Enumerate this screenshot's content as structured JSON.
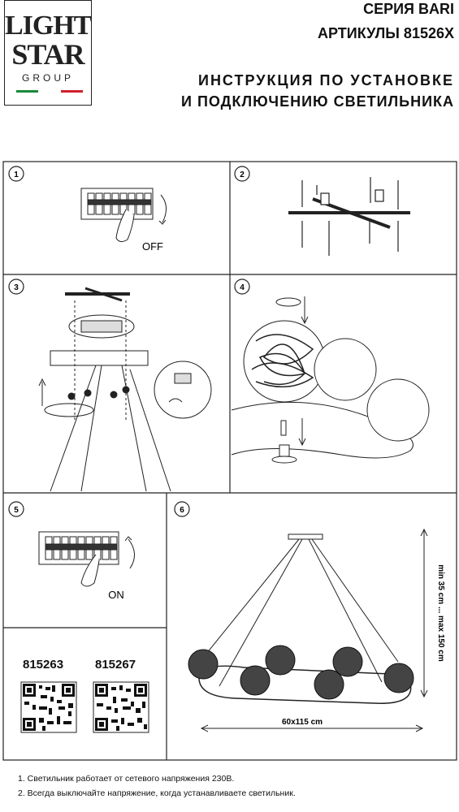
{
  "logo": {
    "line1": "LIGHT",
    "line2": "STAR",
    "line3": "GROUP",
    "flag_colors": [
      "#1a8a3a",
      "#ffffff",
      "#d0202a"
    ]
  },
  "header": {
    "series": "СЕРИЯ BARI",
    "articles": "АРТИКУЛЫ 81526X",
    "title_line1": "ИНСТРУКЦИЯ ПО УСТАНОВКЕ",
    "title_line2": "И ПОДКЛЮЧЕНИЮ СВЕТИЛЬНИКА"
  },
  "steps": {
    "step1": {
      "number": "1",
      "label": "OFF"
    },
    "step2": {
      "number": "2"
    },
    "step3": {
      "number": "3"
    },
    "step4": {
      "number": "4"
    },
    "step5": {
      "number": "5",
      "label": "ON"
    },
    "step6": {
      "number": "6",
      "height_label": "min 35 cm ... max 150 cm",
      "width_label": "60x115 cm"
    }
  },
  "qr_codes": [
    {
      "article": "815263"
    },
    {
      "article": "815267"
    }
  ],
  "notes": [
    "1. Светильник работает от сетевого напряжения 230В.",
    "2. Всегда выключайте напряжение, когда устанавливаете светильник."
  ]
}
